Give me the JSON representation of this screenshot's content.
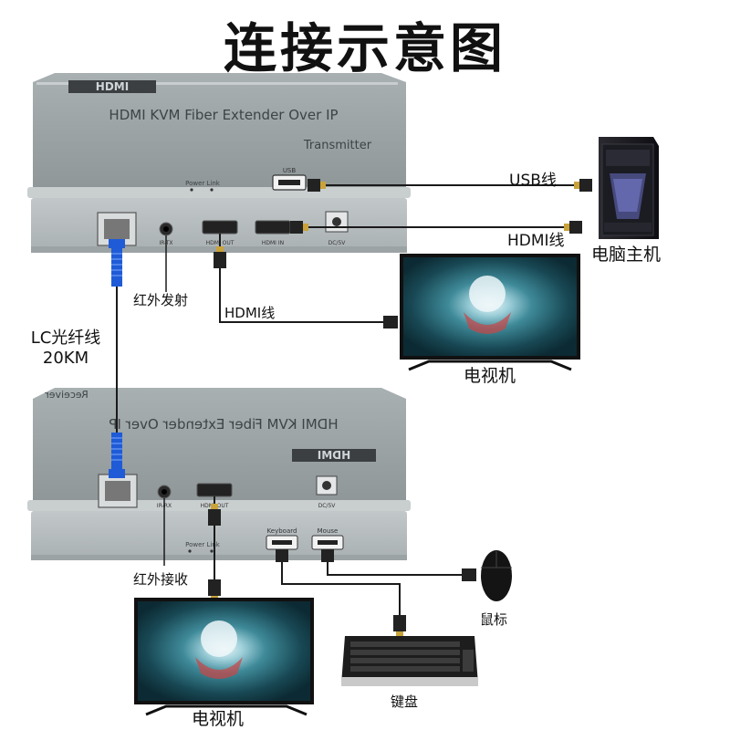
{
  "title": "连接示意图",
  "transmitter": {
    "brand": "HDMI",
    "product": "HDMI KVM Fiber Extender Over IP",
    "role": "Transmitter",
    "leds": "Power  Link",
    "ports": {
      "usb": "USB",
      "ir": "IR-TX",
      "hdmi_out": "HDMI OUT",
      "hdmi_in": "HDMI IN",
      "dc": "DC/5V"
    }
  },
  "receiver": {
    "brand": "HDMI",
    "product": "HDMI KVM Fiber Extender Over IP",
    "role": "Receiver",
    "leds": "Power  Link",
    "ports": {
      "ir": "IR-RX",
      "hdmi_out": "HDMI OUT",
      "dc": "DC/5V",
      "keyboard": "Keyboard",
      "mouse": "Mouse"
    }
  },
  "labels": {
    "usb_cable": "USB线",
    "hdmi_cable_pc": "HDMI线",
    "computer": "电脑主机",
    "ir_tx": "红外发射",
    "hdmi_cable_tv": "HDMI线",
    "tv_top": "电视机",
    "fiber_line1": "LC光纤线",
    "fiber_line2": "20KM",
    "ir_rx": "红外接收",
    "mouse": "鼠标",
    "keyboard": "键盘",
    "tv_bottom": "电视机"
  },
  "colors": {
    "device_body": "#9aa2a4",
    "device_face": "#b6bcbe",
    "fiber_blue": "#1f5bd6",
    "cable": "#1a1a1a",
    "tv_frame": "#111111",
    "screen_water": "#2e6f7d"
  }
}
